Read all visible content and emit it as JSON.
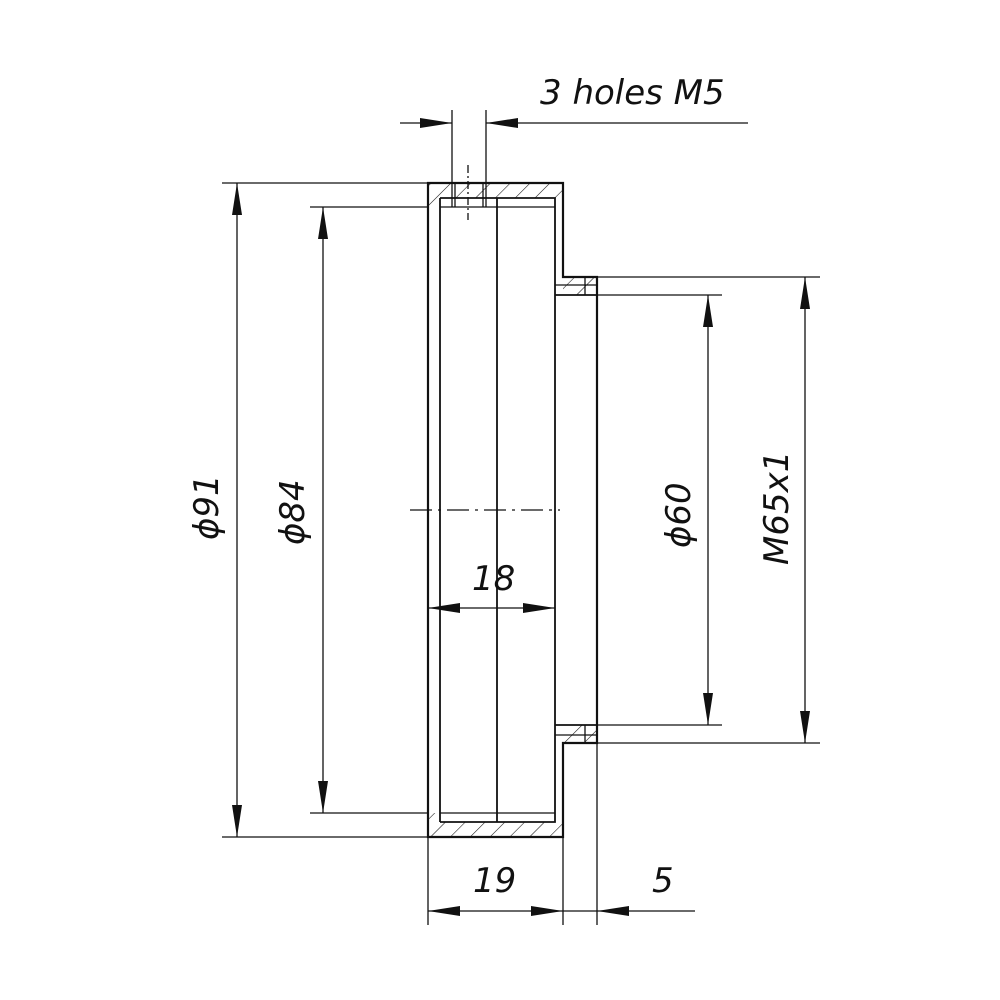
{
  "drawing": {
    "note_holes": "3 holes M5",
    "dimensions": {
      "outer_diameter": "ϕ91",
      "bore_diameter": "ϕ84",
      "inner_diameter": "ϕ60",
      "thread": "M65x1",
      "bore_depth": "18",
      "body_length": "19",
      "spigot_length": "5"
    }
  }
}
